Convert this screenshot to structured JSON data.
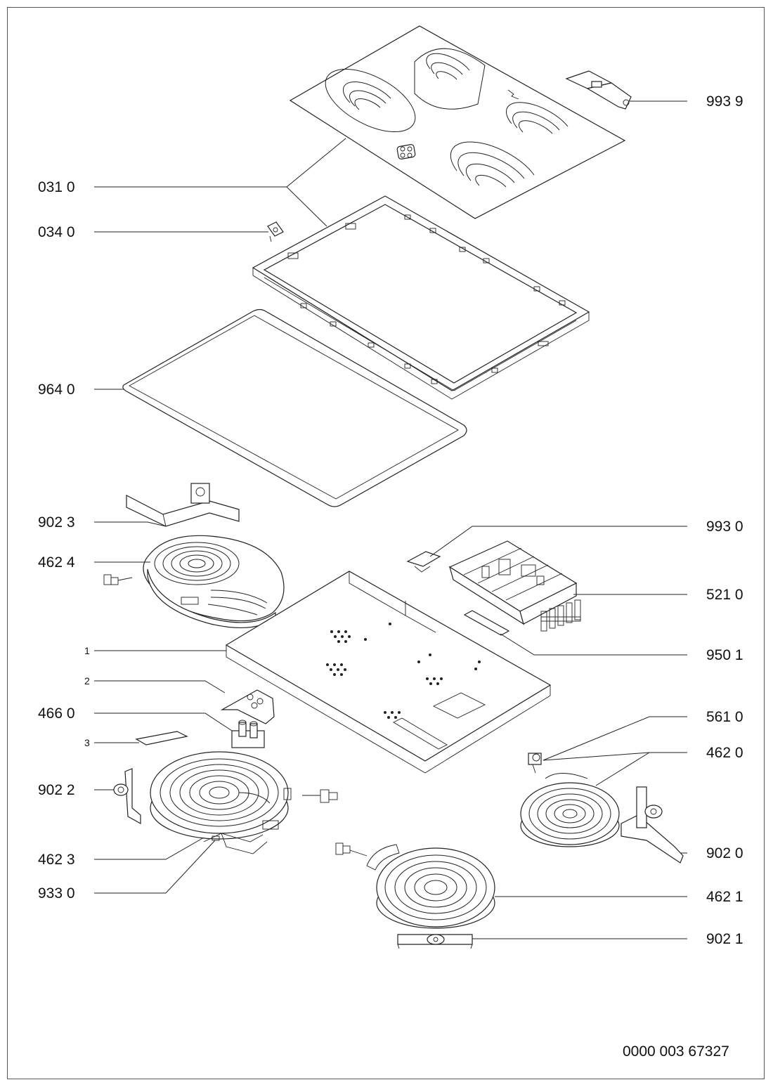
{
  "drawing_number": "0000 003 67327",
  "labels": {
    "l_993_9": "993 9",
    "l_031_0": "031 0",
    "l_034_0": "034 0",
    "l_964_0": "964 0",
    "l_902_3": "902 3",
    "l_462_4": "462 4",
    "l_993_0": "993 0",
    "l_521_0": "521 0",
    "l_950_1": "950 1",
    "l_1": "1",
    "l_2": "2",
    "l_466_0": "466 0",
    "l_3": "3",
    "l_561_0": "561 0",
    "l_462_0": "462 0",
    "l_902_2": "902 2",
    "l_902_0": "902 0",
    "l_462_3": "462 3",
    "l_933_0": "933 0",
    "l_462_1": "462 1",
    "l_902_1": "902 1"
  }
}
